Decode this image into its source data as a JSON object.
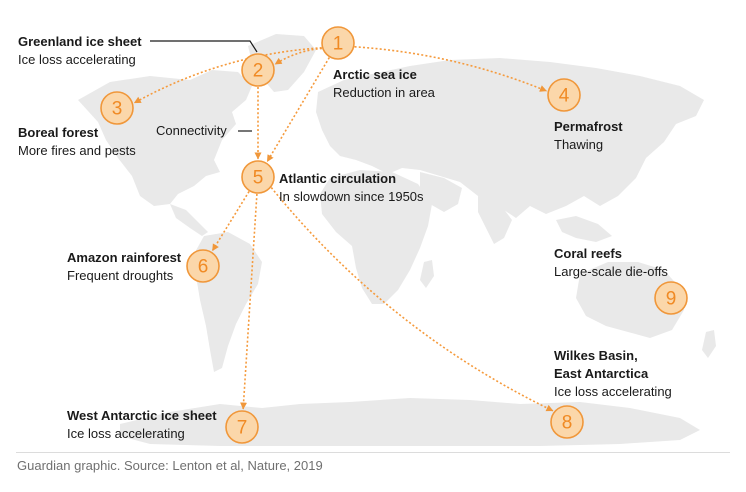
{
  "colors": {
    "accent": "#f0973a",
    "node_fill": "#fbd7aa",
    "land": "#e9e9e9",
    "text": "#1a1a1a",
    "source_text": "#707070"
  },
  "nodes": [
    {
      "id": "1",
      "label": "1"
    },
    {
      "id": "2",
      "label": "2"
    },
    {
      "id": "3",
      "label": "3"
    },
    {
      "id": "4",
      "label": "4"
    },
    {
      "id": "5",
      "label": "5"
    },
    {
      "id": "6",
      "label": "6"
    },
    {
      "id": "7",
      "label": "7"
    },
    {
      "id": "8",
      "label": "8"
    },
    {
      "id": "9",
      "label": "9"
    }
  ],
  "edges": [
    {
      "from": "1",
      "to": "2"
    },
    {
      "from": "1",
      "to": "3"
    },
    {
      "from": "1",
      "to": "4"
    },
    {
      "from": "1",
      "to": "5"
    },
    {
      "from": "2",
      "to": "5"
    },
    {
      "from": "5",
      "to": "6"
    },
    {
      "from": "5",
      "to": "7"
    },
    {
      "from": "5",
      "to": "8"
    }
  ],
  "labels": {
    "greenland": {
      "title": "Greenland ice sheet",
      "sub": "Ice loss accelerating"
    },
    "arctic": {
      "title": "Arctic sea ice",
      "sub": "Reduction in area"
    },
    "boreal": {
      "title": "Boreal forest",
      "sub": "More fires and pests"
    },
    "permafrost": {
      "title": "Permafrost",
      "sub": "Thawing"
    },
    "atlantic": {
      "title": "Atlantic circulation",
      "sub": "In slowdown since 1950s"
    },
    "amazon": {
      "title": "Amazon rainforest",
      "sub": "Frequent droughts"
    },
    "coral": {
      "title": "Coral reefs",
      "sub": "Large-scale die-offs"
    },
    "wilkes": {
      "title1": "Wilkes Basin,",
      "title2": "East Antarctica",
      "sub": "Ice loss accelerating"
    },
    "west_antarctic": {
      "title": "West Antarctic ice sheet",
      "sub": "Ice loss accelerating"
    }
  },
  "connectivity_label": "Connectivity",
  "source": "Guardian graphic. Source: Lenton et al, Nature, 2019"
}
